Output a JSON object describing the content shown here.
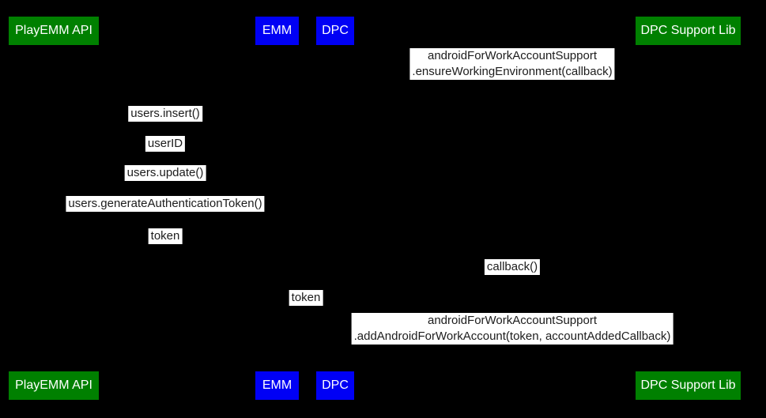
{
  "colors": {
    "background": "#000000",
    "actor_green": "#008000",
    "actor_blue": "#0000f5",
    "actor_text": "#ffffff",
    "message_background": "#ffffff",
    "message_text": "#1c1c1c",
    "lifeline": "#000000"
  },
  "actors": [
    {
      "id": "playemm-api",
      "label": "PlayEMM API",
      "color": "#008000"
    },
    {
      "id": "emm",
      "label": "EMM",
      "color": "#0000f5"
    },
    {
      "id": "dpc",
      "label": "DPC",
      "color": "#0000f5"
    },
    {
      "id": "dpc-support-lib",
      "label": "DPC Support Lib",
      "color": "#008000"
    }
  ],
  "messages": [
    {
      "lines": [
        "androidForWorkAccountSupport",
        ".ensureWorkingEnvironment(callback)"
      ],
      "between": [
        "DPC",
        "DPC Support Lib"
      ]
    },
    {
      "lines": [
        "users.insert()"
      ],
      "between": [
        "PlayEMM API",
        "EMM"
      ]
    },
    {
      "lines": [
        "userID"
      ],
      "between": [
        "PlayEMM API",
        "EMM"
      ]
    },
    {
      "lines": [
        "users.update()"
      ],
      "between": [
        "PlayEMM API",
        "EMM"
      ]
    },
    {
      "lines": [
        "users.generateAuthenticationToken()"
      ],
      "between": [
        "PlayEMM API",
        "EMM"
      ]
    },
    {
      "lines": [
        "token"
      ],
      "between": [
        "PlayEMM API",
        "EMM"
      ]
    },
    {
      "lines": [
        "callback()"
      ],
      "between": [
        "DPC",
        "DPC Support Lib"
      ]
    },
    {
      "lines": [
        "token"
      ],
      "between": [
        "EMM",
        "DPC"
      ]
    },
    {
      "lines": [
        "androidForWorkAccountSupport",
        ".addAndroidForWorkAccount(token, accountAddedCallback)"
      ],
      "between": [
        "DPC",
        "DPC Support Lib"
      ]
    }
  ]
}
